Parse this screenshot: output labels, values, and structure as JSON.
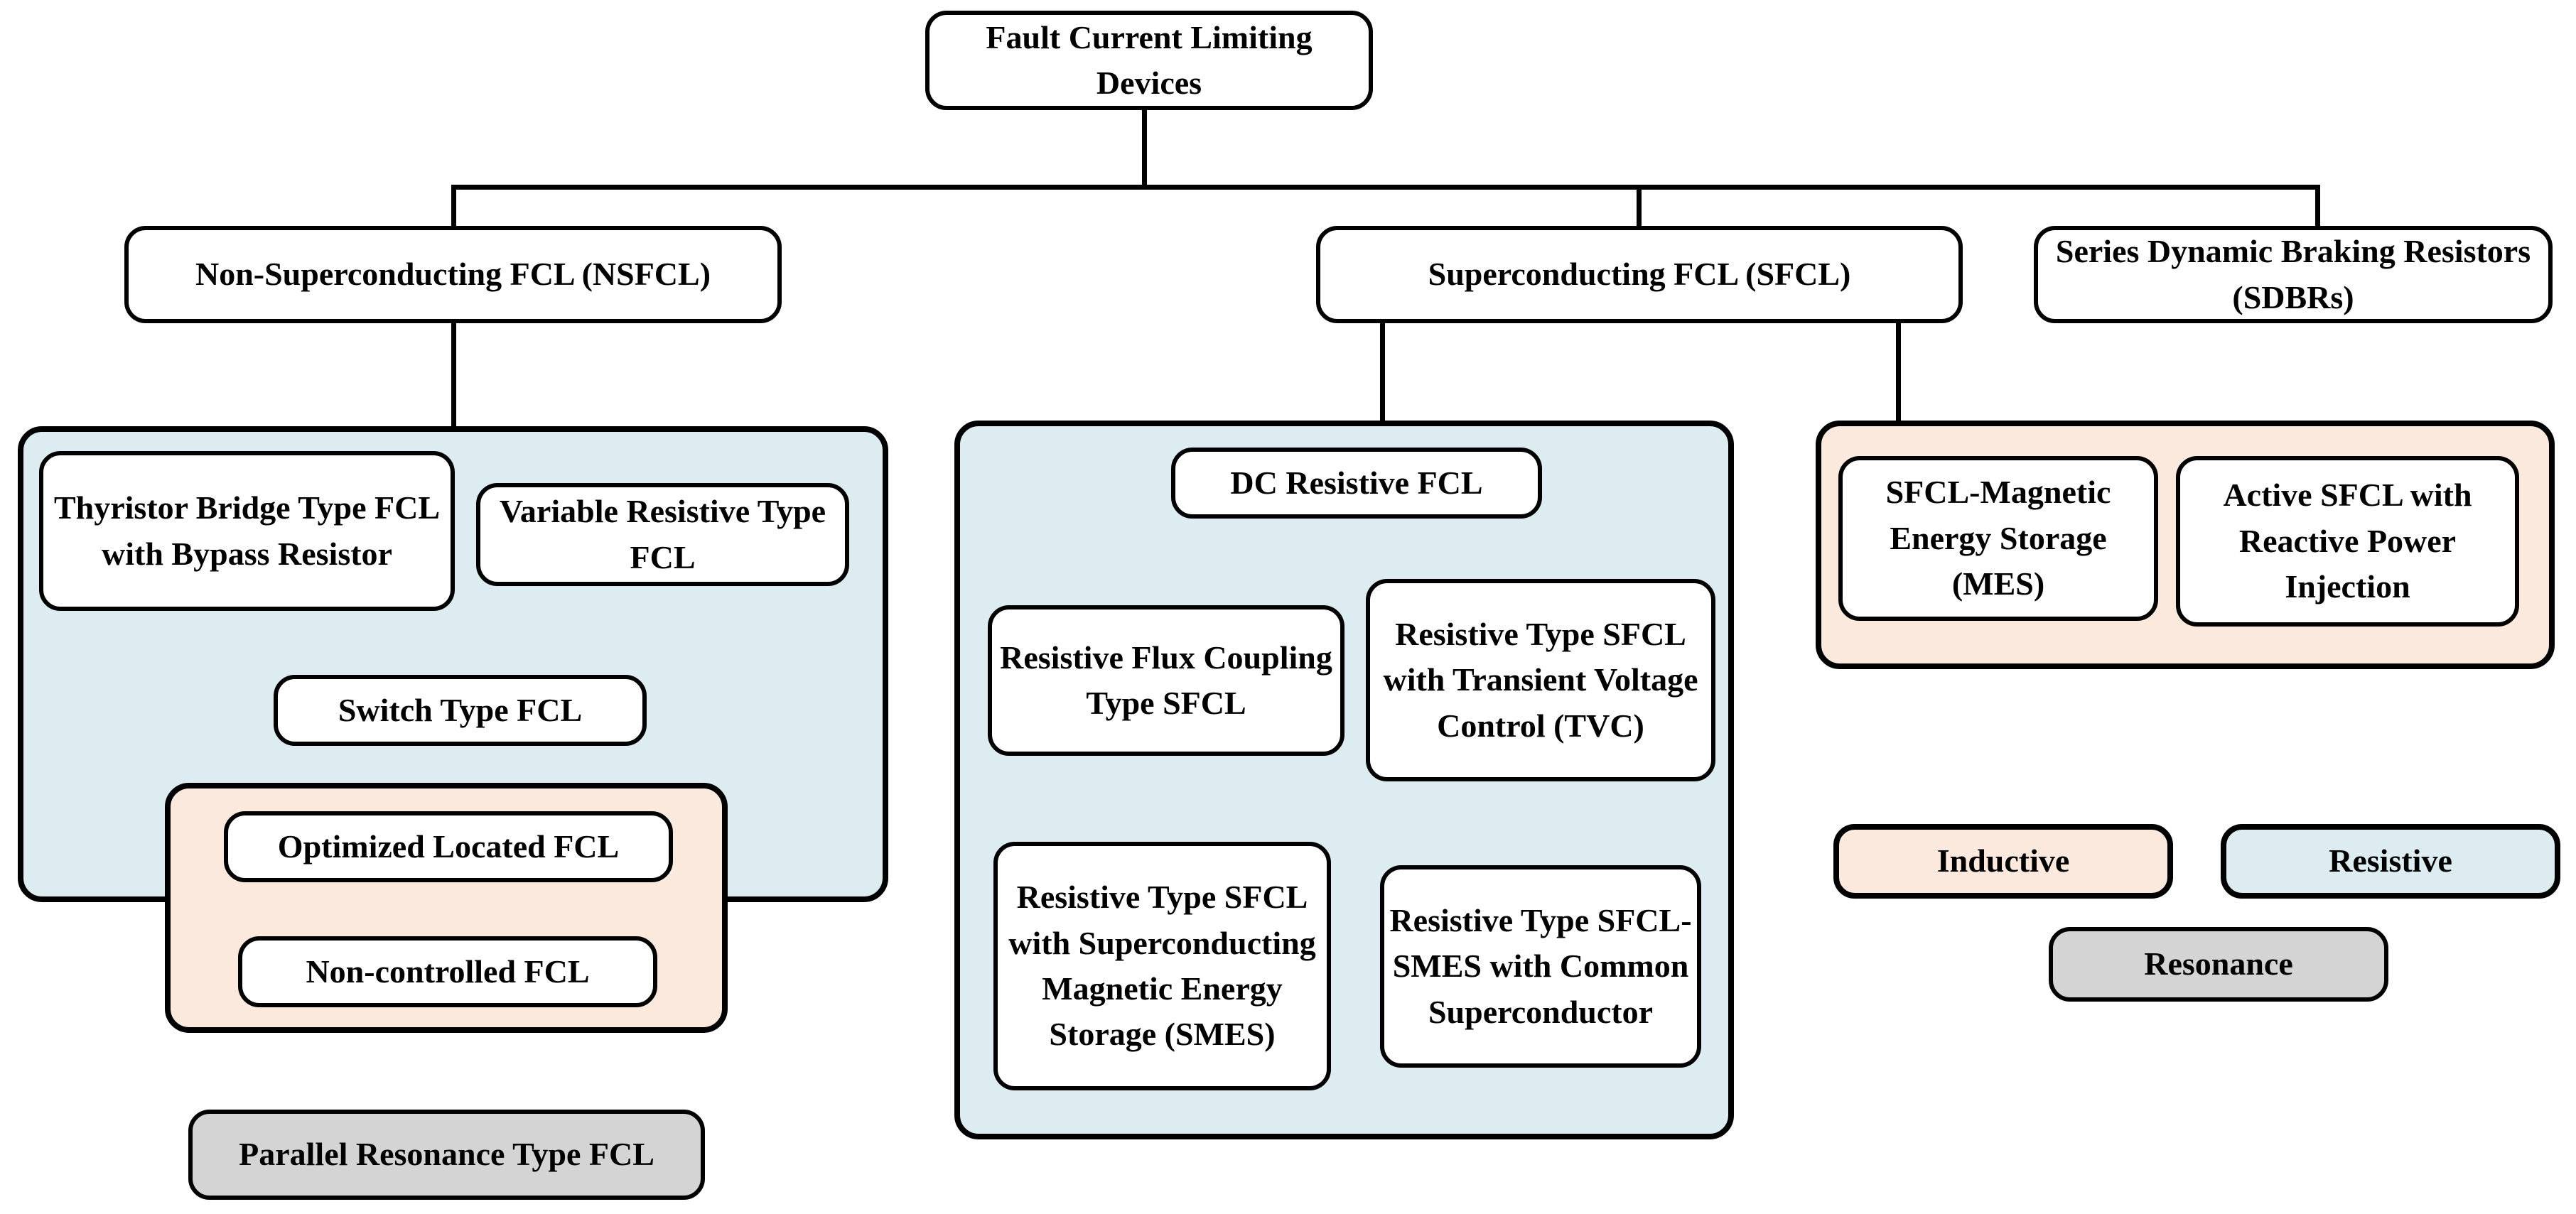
{
  "colors": {
    "inductive": "#fbe9de",
    "resistive": "#dcecf1",
    "resonance": "#d4d4d4",
    "line": "#000000"
  },
  "root": {
    "label": "Fault Current Limiting Devices"
  },
  "categories": {
    "nsfcl": {
      "label": "Non-Superconducting FCL (NSFCL)"
    },
    "sfcl": {
      "label": "Superconducting FCL (SFCL)"
    },
    "sdbr": {
      "label": "Series Dynamic Braking Resistors (SDBRs)"
    }
  },
  "nsfcl_devices": {
    "thyristor_bridge": "Thyristor Bridge Type FCL with Bypass Resistor",
    "variable_resistive": "Variable Resistive Type FCL",
    "switch_type": "Switch Type FCL",
    "optimized_located": "Optimized Located FCL",
    "non_controlled": "Non-controlled FCL",
    "parallel_resonance": "Parallel Resonance Type FCL"
  },
  "sfcl_resistive_devices": {
    "dc_resistive": "DC Resistive FCL",
    "flux_coupling": "Resistive Flux Coupling Type SFCL",
    "tvc": "Resistive Type SFCL with Transient Voltage Control (TVC)",
    "smes": "Resistive Type SFCL with Superconducting Magnetic Energy Storage (SMES)",
    "smes_common": "Resistive Type SFCL-SMES with Common Superconductor"
  },
  "sfcl_inductive_devices": {
    "mes": "SFCL-Magnetic Energy Storage (MES)",
    "active": "Active SFCL with Reactive Power Injection"
  },
  "legend": {
    "inductive": "Inductive",
    "resistive": "Resistive",
    "resonance": "Resonance"
  }
}
